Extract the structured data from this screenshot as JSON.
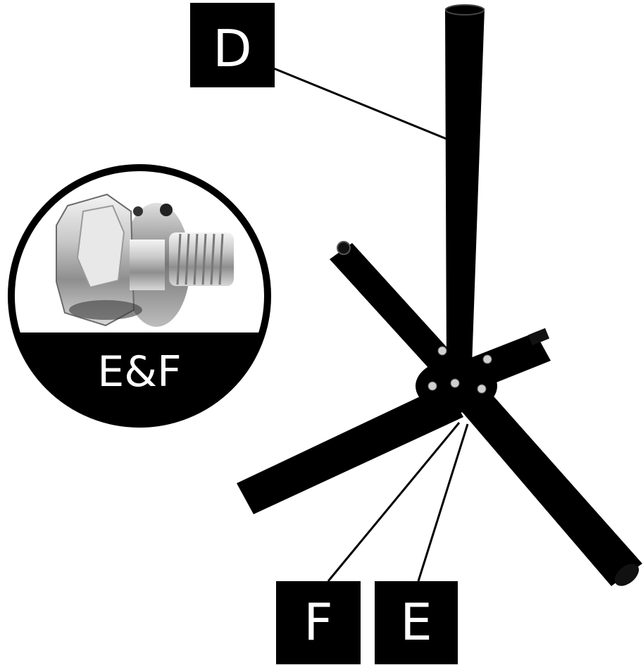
{
  "labels": {
    "d": "D",
    "e": "E",
    "f": "F",
    "inset": "E&F"
  },
  "parts": {
    "stand": "stand-assembly",
    "bolt": "hex-bolt-with-washer"
  },
  "colors": {
    "ink": "#000000",
    "paper": "#ffffff",
    "bolt_metal": "#b8b8b8"
  }
}
